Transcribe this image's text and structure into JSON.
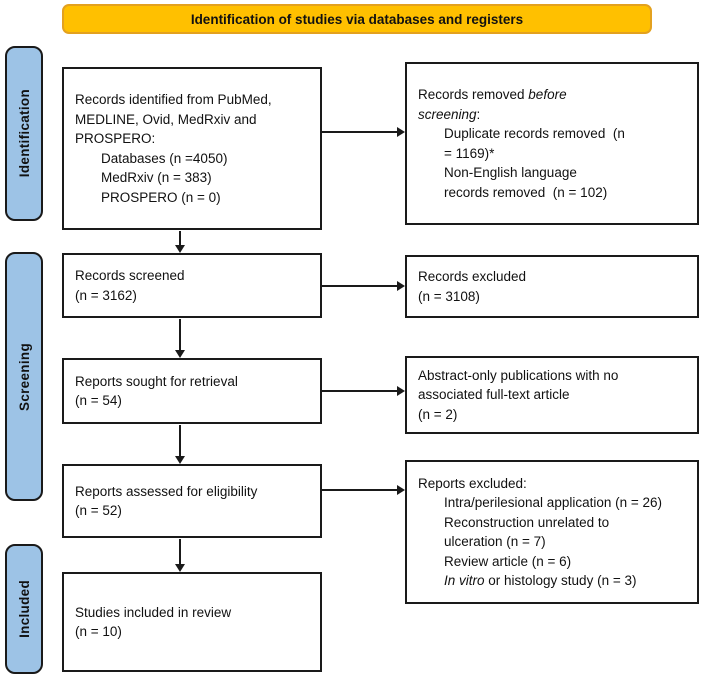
{
  "banner": {
    "label": "Identification of studies via databases and registers"
  },
  "stages": {
    "identification": "Identification",
    "screening": "Screening",
    "included": "Included"
  },
  "colors": {
    "banner_bg": "#FFC000",
    "banner_border": "#E3A11F",
    "stage_bg": "#9DC3E6"
  },
  "boxes": {
    "records_identified": {
      "lines": [
        {
          "indent": false,
          "segments": [
            {
              "text": "Records identified from PubMed,"
            }
          ]
        },
        {
          "indent": false,
          "segments": [
            {
              "text": "MEDLINE, Ovid, MedRxiv and"
            }
          ]
        },
        {
          "indent": false,
          "segments": [
            {
              "text": "PROSPERO:"
            }
          ]
        },
        {
          "indent": true,
          "segments": [
            {
              "text": "Databases (n =4050)"
            }
          ]
        },
        {
          "indent": true,
          "segments": [
            {
              "text": "MedRxiv (n = 383)"
            }
          ]
        },
        {
          "indent": true,
          "segments": [
            {
              "text": "PROSPERO (n = 0)"
            }
          ]
        }
      ]
    },
    "records_removed": {
      "lines": [
        {
          "indent": false,
          "segments": [
            {
              "text": "Records removed "
            },
            {
              "text": "before",
              "italic": true
            }
          ]
        },
        {
          "indent": false,
          "segments": [
            {
              "text": "screening",
              "italic": true
            },
            {
              "text": ":"
            }
          ]
        },
        {
          "indent": true,
          "segments": [
            {
              "text": "Duplicate records removed  (n"
            }
          ]
        },
        {
          "indent": true,
          "segments": [
            {
              "text": "= 1169)*"
            }
          ]
        },
        {
          "indent": true,
          "segments": [
            {
              "text": "Non-English language"
            }
          ]
        },
        {
          "indent": true,
          "segments": [
            {
              "text": "records removed  (n = 102)"
            }
          ]
        }
      ]
    },
    "records_screened": {
      "lines": [
        {
          "indent": false,
          "segments": [
            {
              "text": "Records screened"
            }
          ]
        },
        {
          "indent": false,
          "segments": [
            {
              "text": "(n = 3162)"
            }
          ]
        }
      ]
    },
    "records_excluded": {
      "lines": [
        {
          "indent": false,
          "segments": [
            {
              "text": "Records excluded"
            }
          ]
        },
        {
          "indent": false,
          "segments": [
            {
              "text": "(n = 3108)"
            }
          ]
        }
      ]
    },
    "reports_sought": {
      "lines": [
        {
          "indent": false,
          "segments": [
            {
              "text": "Reports sought for retrieval"
            }
          ]
        },
        {
          "indent": false,
          "segments": [
            {
              "text": "(n = 54)"
            }
          ]
        }
      ]
    },
    "abstract_only": {
      "lines": [
        {
          "indent": false,
          "segments": [
            {
              "text": "Abstract-only publications with no"
            }
          ]
        },
        {
          "indent": false,
          "segments": [
            {
              "text": "associated full-text article"
            }
          ]
        },
        {
          "indent": false,
          "segments": [
            {
              "text": "(n = 2)"
            }
          ]
        }
      ]
    },
    "reports_assessed": {
      "lines": [
        {
          "indent": false,
          "segments": [
            {
              "text": "Reports assessed for eligibility"
            }
          ]
        },
        {
          "indent": false,
          "segments": [
            {
              "text": "(n = 52)"
            }
          ]
        }
      ]
    },
    "reports_excluded": {
      "lines": [
        {
          "indent": false,
          "segments": [
            {
              "text": "Reports excluded:"
            }
          ]
        },
        {
          "indent": true,
          "segments": [
            {
              "text": "Intra/perilesional application (n = 26)"
            }
          ]
        },
        {
          "indent": true,
          "segments": [
            {
              "text": "Reconstruction unrelated to"
            }
          ]
        },
        {
          "indent": true,
          "segments": [
            {
              "text": "ulceration (n = 7)"
            }
          ]
        },
        {
          "indent": true,
          "segments": [
            {
              "text": "Review article (n = 6)"
            }
          ]
        },
        {
          "indent": true,
          "segments": [
            {
              "text": "In vitro",
              "italic": true
            },
            {
              "text": " or histology study (n = 3)"
            }
          ]
        }
      ]
    },
    "studies_included": {
      "lines": [
        {
          "indent": false,
          "segments": [
            {
              "text": "Studies included in review"
            }
          ]
        },
        {
          "indent": false,
          "segments": [
            {
              "text": "(n = 10)"
            }
          ]
        }
      ]
    }
  }
}
